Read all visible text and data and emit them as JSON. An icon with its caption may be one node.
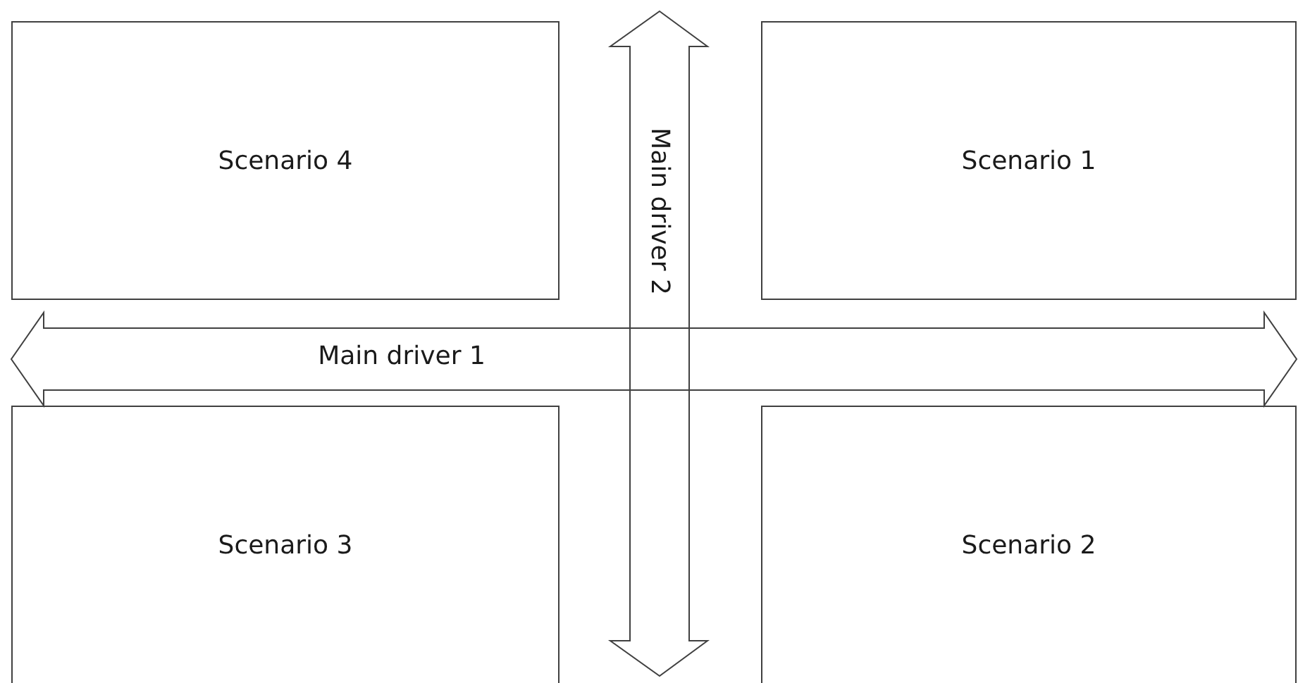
{
  "diagram": {
    "nodes": [
      {
        "text": [
          "Scenario 4"
        ]
      },
      {
        "text": [
          "Scenario 1"
        ]
      },
      {
        "text": [
          "Scenario 3"
        ]
      },
      {
        "text": [
          "Scenario 2"
        ]
      }
    ],
    "labels": [
      "Main driver 2",
      "Main driver 1"
    ]
  }
}
